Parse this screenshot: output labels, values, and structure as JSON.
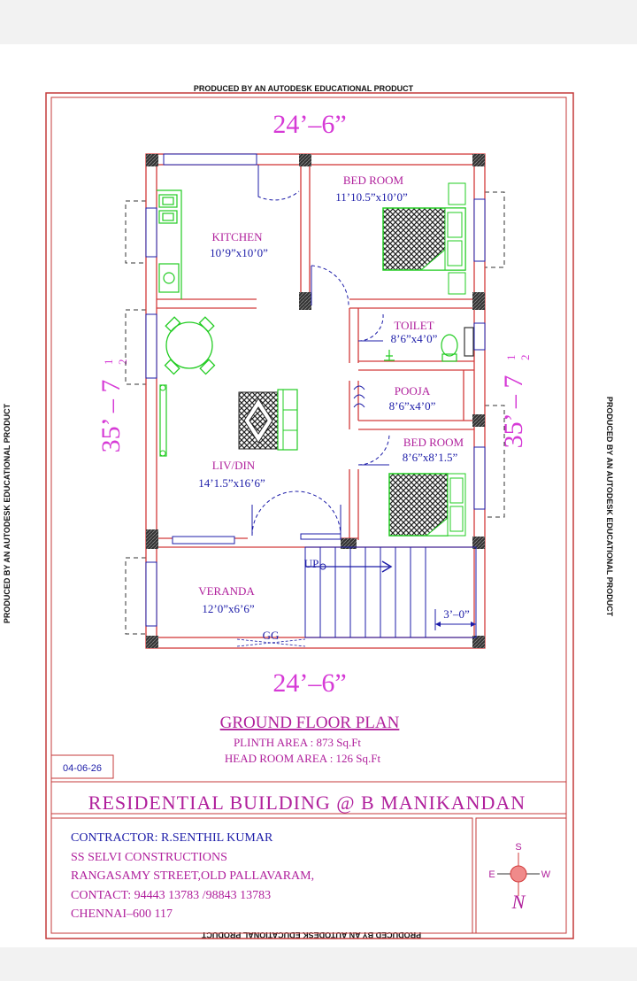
{
  "watermark": "PRODUCED BY AN AUTODESK EDUCATIONAL PRODUCT",
  "dimensions": {
    "top_width": "24’–6”",
    "bottom_width": "24’–6”",
    "left_length": "35’ – 7",
    "right_length": "35’ – 7",
    "frac_num": "1",
    "frac_den": "2",
    "stair_width": "3’–0”"
  },
  "rooms": {
    "kitchen": {
      "name": "KITCHEN",
      "size": "10’9”x10’0”"
    },
    "bedroom1": {
      "name": "BED ROOM",
      "size": "11’10.5”x10’0”"
    },
    "toilet": {
      "name": "TOILET",
      "size": "8’6”x4’0”"
    },
    "pooja": {
      "name": "POOJA",
      "size": "8’6”x4’0”"
    },
    "bedroom2": {
      "name": "BED ROOM",
      "size": "8’6”x8’1.5”"
    },
    "livdin": {
      "name": "LIV/DIN",
      "size": "14’1.5”x16’6”"
    },
    "veranda": {
      "name": "VERANDA",
      "size": "12’0”x6’6”"
    }
  },
  "labels": {
    "up": "UP",
    "gate": "GG"
  },
  "plan": {
    "title": "GROUND FLOOR PLAN",
    "plinth_area": "PLINTH AREA : 873 Sq.Ft",
    "head_room_area": "HEAD ROOM AREA : 126 Sq.Ft",
    "date": "04-06-26"
  },
  "building_title": "RESIDENTIAL BUILDING @ B MANIKANDAN",
  "contractor": {
    "line1": "CONTRACTOR: R.SENTHIL KUMAR",
    "line2": "SS SELVI CONSTRUCTIONS",
    "line3": "RANGASAMY STREET,OLD PALLAVARAM,",
    "line4": "CONTACT: 94443 13783 /98843 13783",
    "line5": "CHENNAI–600 117"
  },
  "compass": {
    "s": "S",
    "e": "E",
    "w": "W",
    "n": "N"
  },
  "colors": {
    "wall": "#d23a3a",
    "dim": "#d63ad6",
    "furniture": "#22cc22",
    "door": "#1c1ca8",
    "text_blue": "#1c1ca8",
    "text_magenta": "#b0209c"
  }
}
